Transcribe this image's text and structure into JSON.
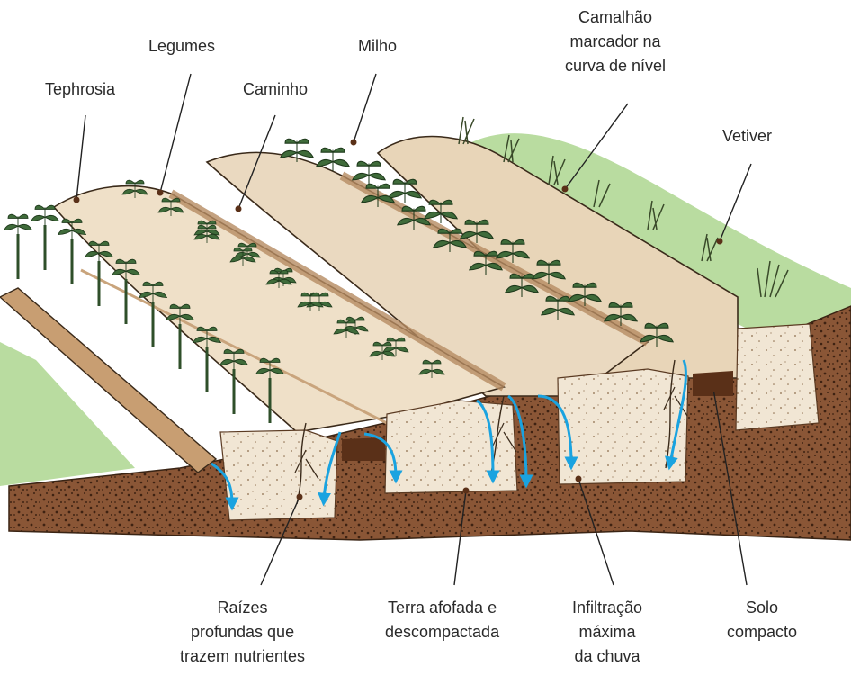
{
  "labels": {
    "tephrosia": "Tephrosia",
    "legumes": "Legumes",
    "caminho": "Caminho",
    "milho": "Milho",
    "camalhao": [
      "Camalhão",
      "marcador na",
      "curva de nível"
    ],
    "vetiver": "Vetiver",
    "raizes": [
      "Raízes",
      "profundas que",
      "trazem nutrientes"
    ],
    "terra": [
      "Terra afofada e",
      "descompactada"
    ],
    "infiltracao": [
      "Infiltração",
      "máxima",
      "da chuva"
    ],
    "solo": [
      "Solo",
      "compacto"
    ]
  },
  "colors": {
    "soil_dark": "#7a4a2c",
    "soil_speckle": "#4a2a18",
    "ridge_light": "#ead9c0",
    "ridge_mid": "#d9bf9c",
    "furrow": "#b58b62",
    "grass": "#b9dca0",
    "plant": "#3f6b3a",
    "water": "#1aa3e0",
    "pit": "#efe4d2"
  }
}
